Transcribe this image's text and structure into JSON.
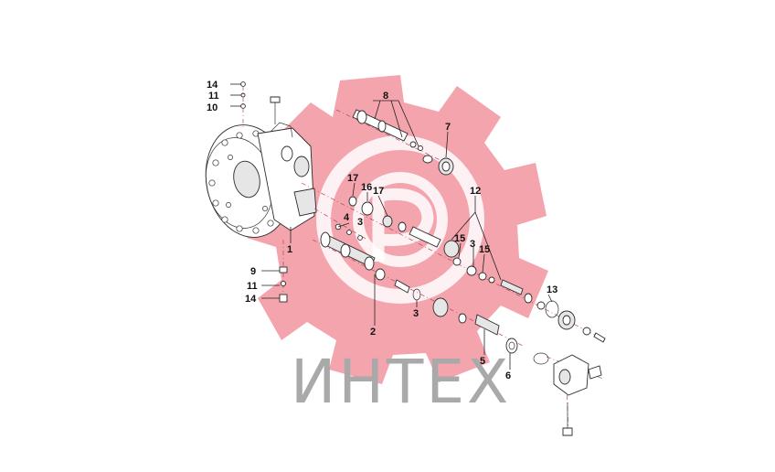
{
  "watermark": {
    "text": "ИНТЕХ",
    "gear_color": "#f39aa3",
    "text_color": "#a9a9a9"
  },
  "callouts": [
    {
      "id": "c14a",
      "label": "14"
    },
    {
      "id": "c11a",
      "label": "11"
    },
    {
      "id": "c10",
      "label": "10"
    },
    {
      "id": "c8",
      "label": "8"
    },
    {
      "id": "c7",
      "label": "7"
    },
    {
      "id": "c17a",
      "label": "17"
    },
    {
      "id": "c16",
      "label": "16"
    },
    {
      "id": "c17b",
      "label": "17"
    },
    {
      "id": "c12",
      "label": "12"
    },
    {
      "id": "c4",
      "label": "4"
    },
    {
      "id": "c3a",
      "label": "3"
    },
    {
      "id": "c1",
      "label": "1"
    },
    {
      "id": "c15a",
      "label": "15"
    },
    {
      "id": "c3b",
      "label": "3"
    },
    {
      "id": "c15b",
      "label": "15"
    },
    {
      "id": "c9",
      "label": "9"
    },
    {
      "id": "c11b",
      "label": "11"
    },
    {
      "id": "c14b",
      "label": "14"
    },
    {
      "id": "c13",
      "label": "13"
    },
    {
      "id": "c3c",
      "label": "3"
    },
    {
      "id": "c2",
      "label": "2"
    },
    {
      "id": "c5",
      "label": "5"
    },
    {
      "id": "c6",
      "label": "6"
    }
  ]
}
